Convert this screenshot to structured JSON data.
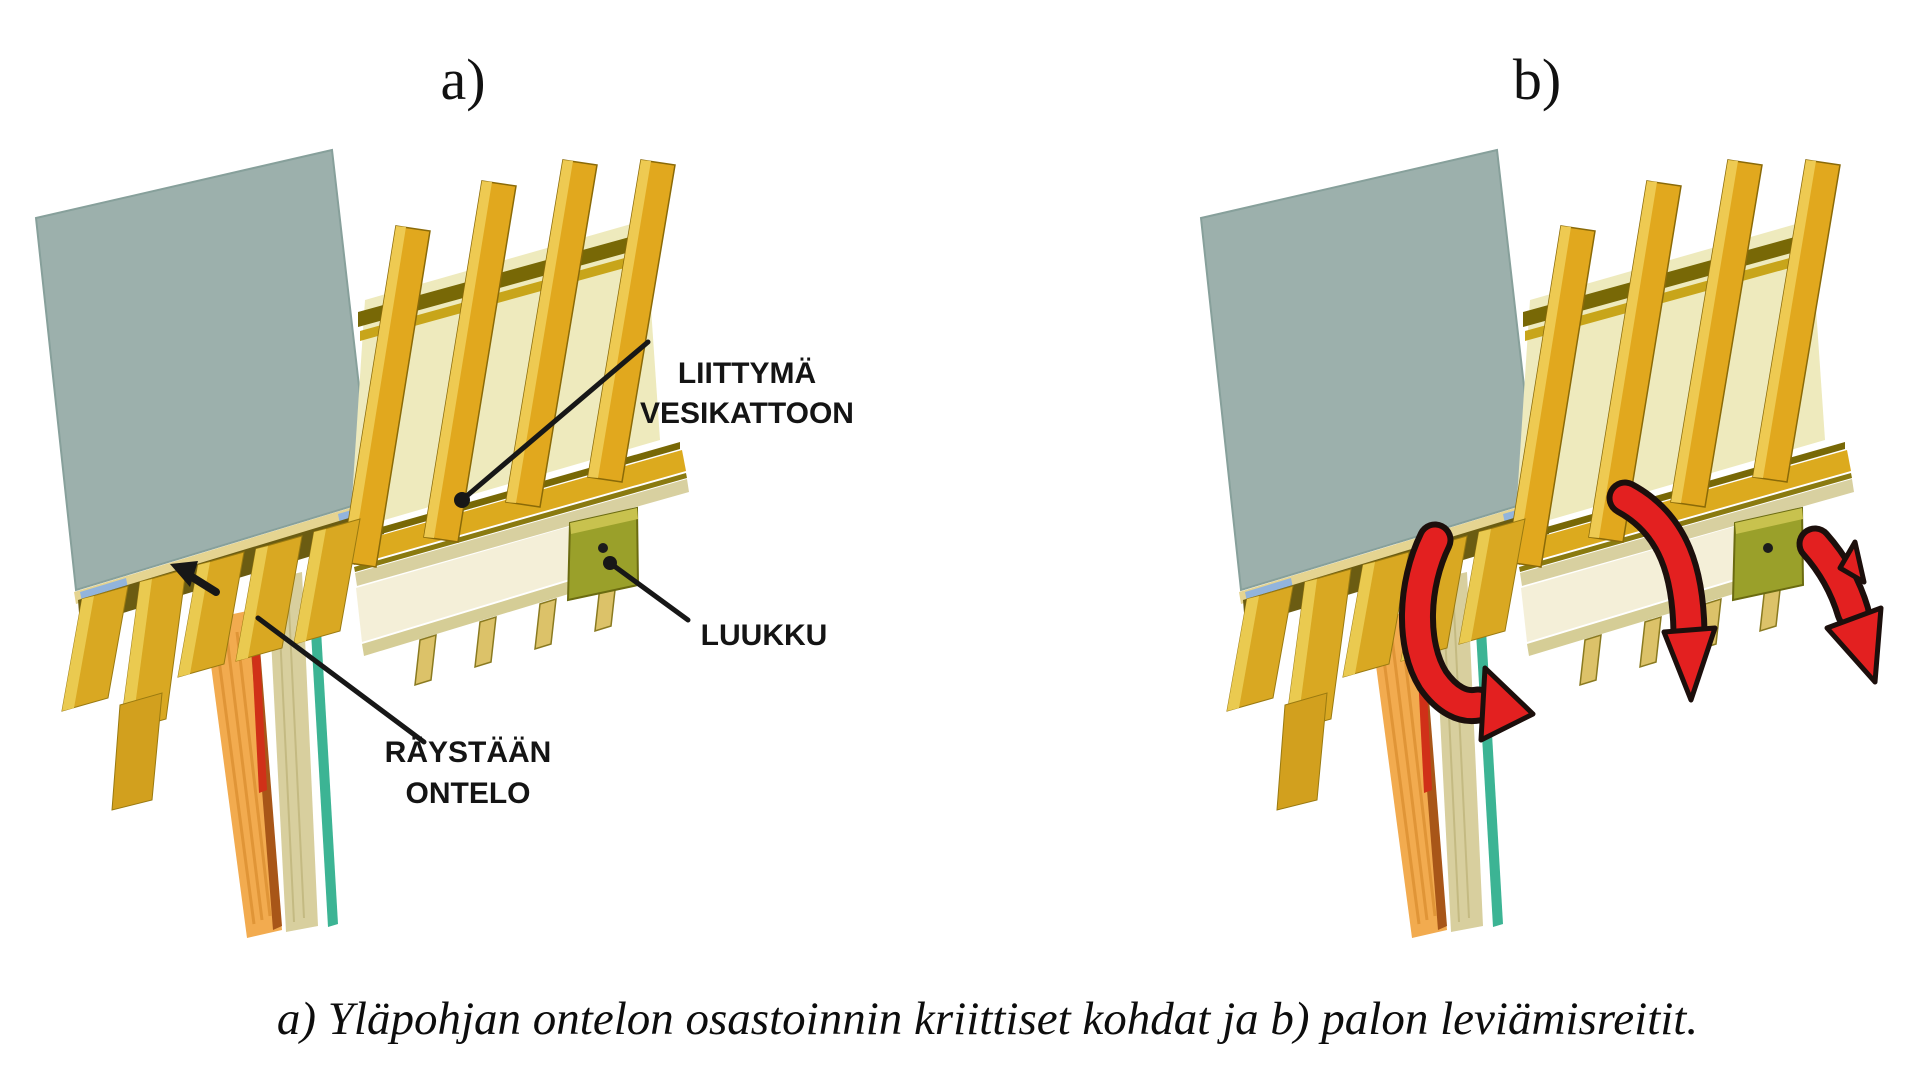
{
  "figure": {
    "heading_a": "a)",
    "heading_b": "b)",
    "caption": "a) Yläpohjan ontelon osastoinnin kriittiset kohdat ja b) palon leviämisreitit."
  },
  "diagram_labels": {
    "roof_connection_line1": "LIITTYMÄ",
    "roof_connection_line2": "VESIKATTOON",
    "hatch_label": "LUUKKU",
    "eave_cavity_line1": "RÄYSTÄÄN",
    "eave_cavity_line2": "ONTELO"
  },
  "colors": {
    "roof_sheet_gray": "#9cb0ac",
    "rafter_gold": "#e1a81e",
    "rafter_light": "#eeca52",
    "roof_deck": "#eeeabd",
    "batten_dark_olive": "#786806",
    "batten_gold": "#c8a51a",
    "eave_band_gold": "#dcaa1e",
    "soffit_cream": "#f4efd8",
    "fascia_gold": "#d9a822",
    "hatch_olive": "#9aa02a",
    "wall_orange": "#f2ab4f",
    "wall_red_stripe": "#d03018",
    "wall_tan": "#d8cf9e",
    "wall_teal": "#3cb494",
    "fire_arrow_red": "#e32020",
    "line_black": "#171717",
    "background": "#ffffff"
  }
}
